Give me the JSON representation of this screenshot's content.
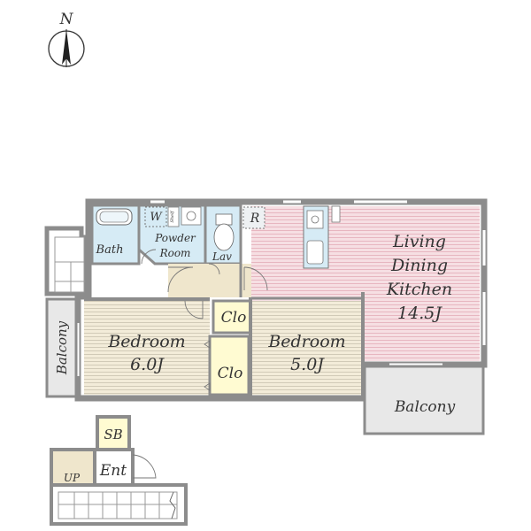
{
  "compass": {
    "label": "N"
  },
  "rooms": {
    "bath": "Bath",
    "washer": "W",
    "shelf": "Shelf",
    "powder_room": [
      "Powder",
      "Room"
    ],
    "lavatory": "Lav",
    "refrigerator": "R",
    "ldk": {
      "lines": [
        "Living",
        "Dining",
        "Kitchen"
      ],
      "size": "14.5J"
    },
    "bedroom_west": {
      "name": "Bedroom",
      "size": "6.0J"
    },
    "bedroom_east": {
      "name": "Bedroom",
      "size": "5.0J"
    },
    "closet_upper": "Clo",
    "closet_lower": "Clo",
    "balcony_west": "Balcony",
    "balcony_east": "Balcony",
    "shoe_box": "SB",
    "entrance": "Ent",
    "stairs_up": "UP"
  },
  "colors": {
    "wall": "#8c8c8c",
    "ldk_floor": "#f6dfe3",
    "ldk_lines": "#e9b7c0",
    "bedroom_floor": "#f3ecd9",
    "bedroom_lines": "#cbc4b2",
    "wet_area": "#d6ebf5",
    "closet": "#fffbd2",
    "hall": "#efe6cc",
    "balcony": "#e8e8e8"
  }
}
